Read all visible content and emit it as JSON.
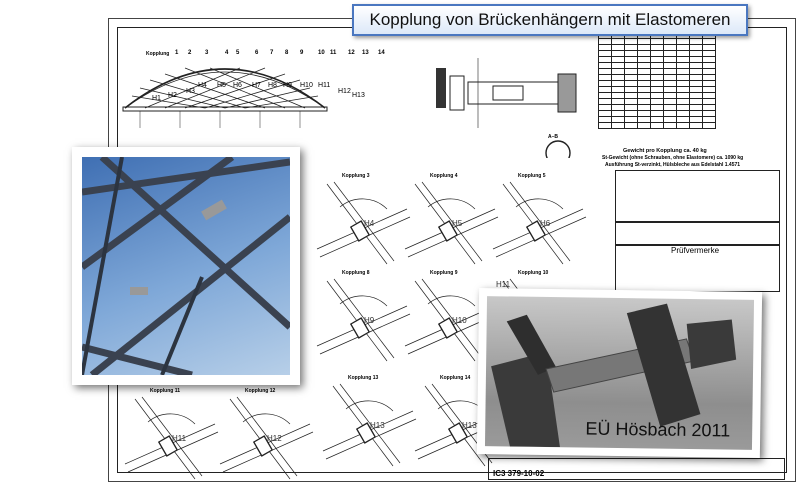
{
  "title": "Kopplung von Brückenhängern mit Elastomeren",
  "caption": "EÜ Hösbach 2011",
  "elevation": {
    "heading": "Kopplung",
    "numbers": [
      "1",
      "2",
      "3",
      "4",
      "5",
      "6",
      "7",
      "8",
      "9",
      "10",
      "11",
      "12",
      "13",
      "14"
    ],
    "hangers": [
      "H1",
      "H2",
      "H3",
      "H4",
      "H5",
      "H6",
      "H7",
      "H8",
      "H9",
      "H10",
      "H11",
      "H12",
      "H13"
    ]
  },
  "section_label": "A–B",
  "details": [
    {
      "label": "Kopplung 3",
      "h": "H4"
    },
    {
      "label": "Kopplung 4",
      "h": "H5"
    },
    {
      "label": "Kopplung 5",
      "h": "H6"
    },
    {
      "label": "Kopplung 8",
      "h": "H9"
    },
    {
      "label": "Kopplung 9",
      "h": "H10"
    },
    {
      "label": "Kopplung 10",
      "h": "H11"
    },
    {
      "label": "Kopplung 11",
      "h": "H11"
    },
    {
      "label": "Kopplung 12",
      "h": "H12"
    },
    {
      "label": "Kopplung 13",
      "h": "H13"
    },
    {
      "label": "Kopplung 14",
      "h": "H13"
    }
  ],
  "notes": {
    "weight1": "Gewicht pro Kopplung ca. 40 kg",
    "weight2": "St-Gewicht (ohne Schrauben, ohne Elastomere) ca. 1090 kg",
    "weight3": "Ausführung St-verzinkt, Hülsbleche aus Edelstahl 1.4571"
  },
  "pruefvermerke": "Prüfvermerke",
  "drawing_number": "IC3 379-10-02"
}
